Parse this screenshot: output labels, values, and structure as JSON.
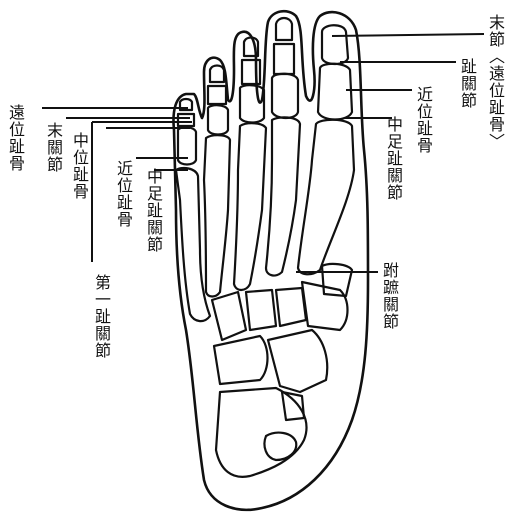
{
  "labels": {
    "distal_phalanx_big_toe": "末節〈遠位趾骨〉",
    "interphalangeal_joint": "趾關節",
    "proximal_phalanx_big_toe": "近位趾骨",
    "metatarsophalangeal_joint_big_toe": "中足趾關節",
    "tarsometatarsal_joint": "跗蹠關節",
    "distal_phalanx_small_toe": "遠位趾骨",
    "distal_joint_small_toe": "末關節",
    "middle_phalanx_small_toe": "中位趾骨",
    "proximal_phalanx_small_toe": "近位趾骨",
    "metatarsophalangeal_joint_small_toe": "中足趾關節",
    "first_interphalangeal_joint": "第一趾關節"
  }
}
